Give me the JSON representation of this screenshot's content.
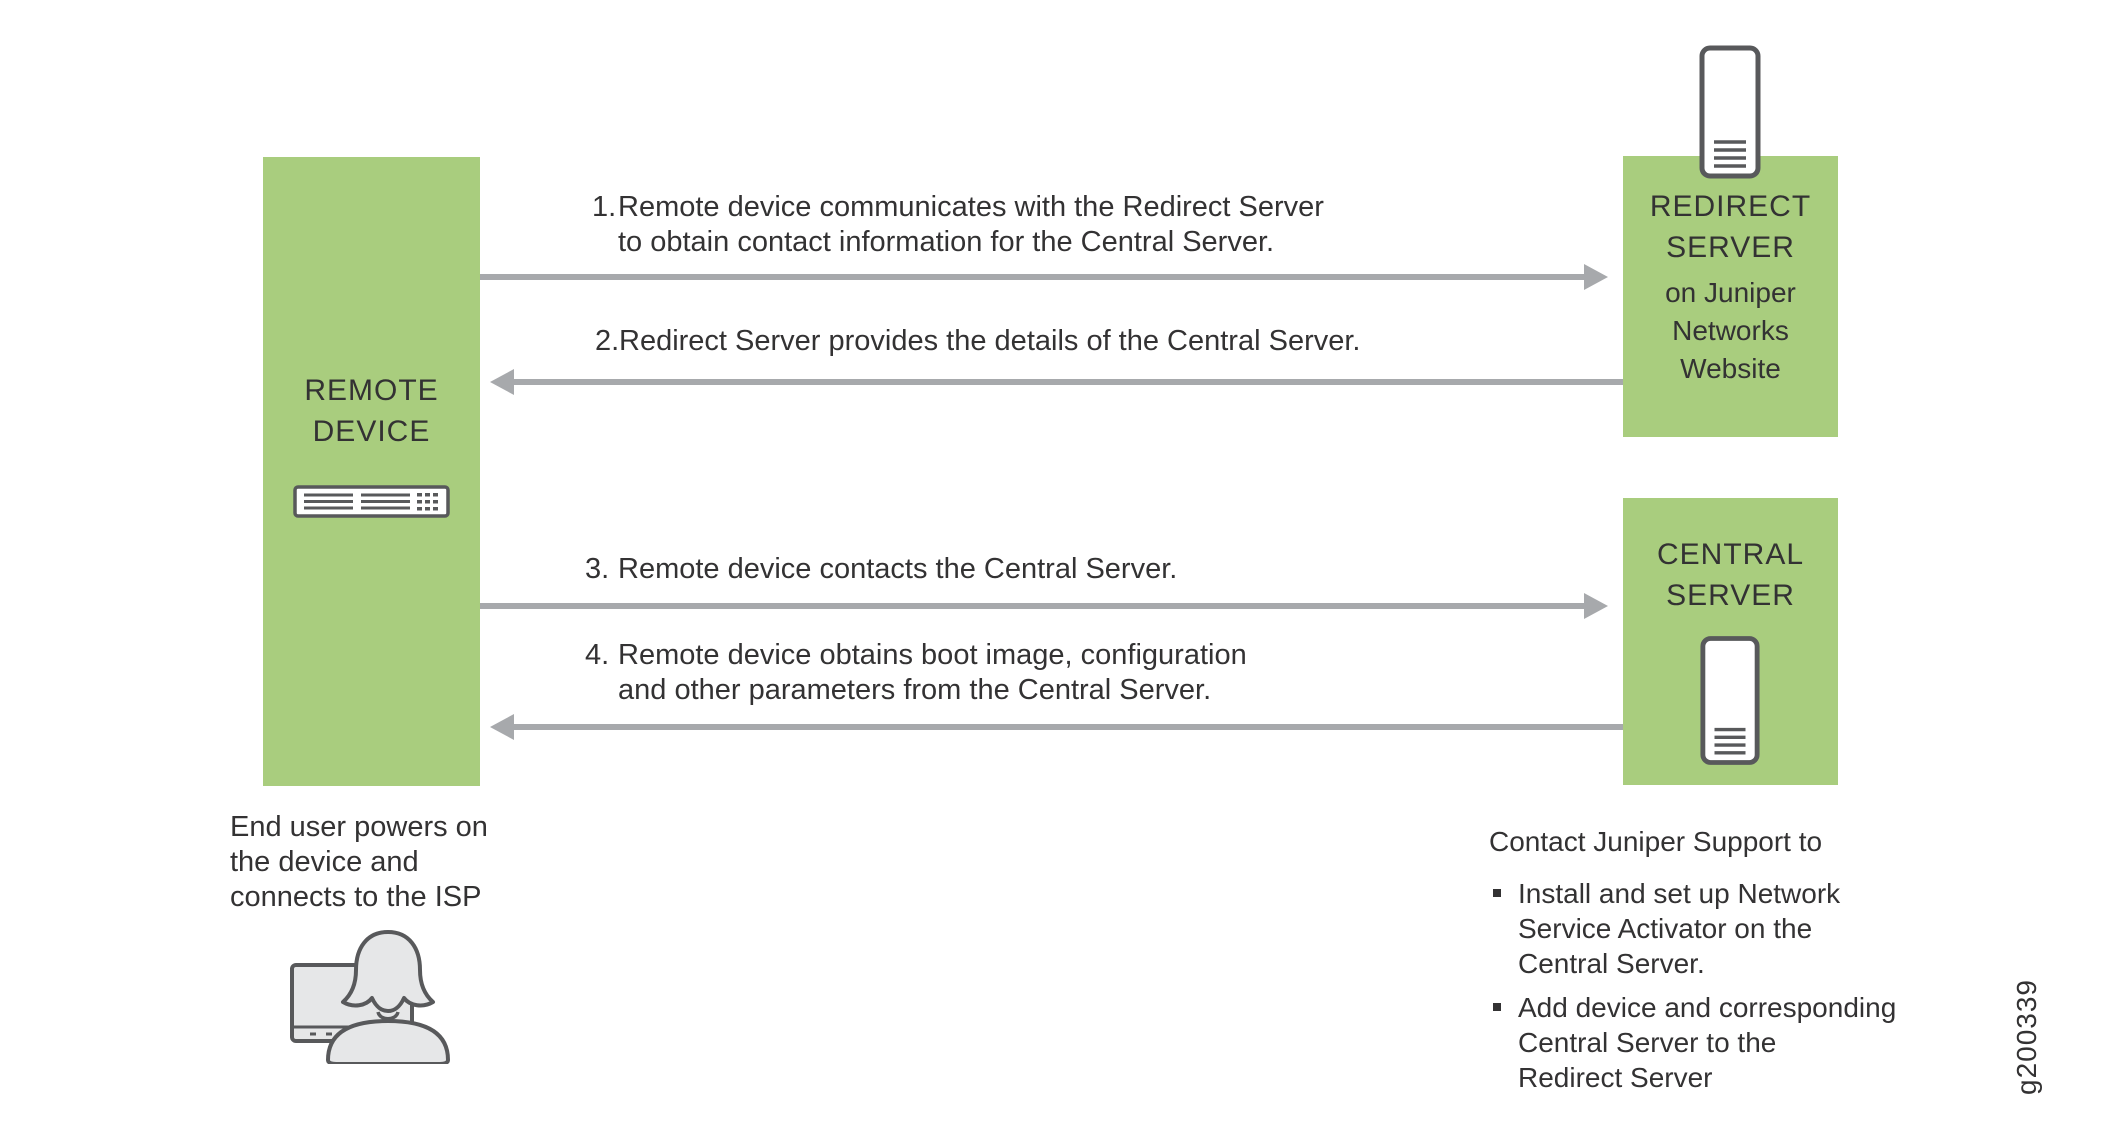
{
  "figure_id": "g200339",
  "colors": {
    "box_green": "#a9cd7e",
    "arrow_gray": "#a7a9ac",
    "text": "#333233",
    "icon_stroke": "#58595b",
    "icon_fill_light": "#e6e7e8"
  },
  "remote": {
    "label_lines": [
      "REMOTE",
      "DEVICE"
    ]
  },
  "redirect": {
    "label_lines": [
      "REDIRECT",
      "SERVER"
    ],
    "sub_lines": [
      "on Juniper",
      "Networks",
      "Website"
    ]
  },
  "central": {
    "label_lines": [
      "CENTRAL",
      "SERVER"
    ]
  },
  "steps": [
    {
      "num": "1.",
      "lines": [
        "Remote device communicates with the Redirect Server",
        "to obtain contact information for the Central Server."
      ]
    },
    {
      "num": "2.",
      "lines": [
        "Redirect Server provides the details of the Central Server."
      ]
    },
    {
      "num": "3.",
      "lines": [
        "Remote device contacts the Central Server."
      ]
    },
    {
      "num": "4.",
      "lines": [
        "Remote device obtains boot image, configuration",
        "and other parameters from the Central Server."
      ]
    }
  ],
  "end_user_note_lines": [
    "End user powers on",
    "the device and",
    "connects to the ISP"
  ],
  "support": {
    "title": "Contact Juniper Support to",
    "bullets": [
      {
        "lines": [
          "Install and set up Network",
          "Service Activator on the",
          "Central Server."
        ]
      },
      {
        "lines": [
          "Add device and corresponding",
          "Central Server to the",
          "Redirect Server"
        ]
      }
    ]
  }
}
